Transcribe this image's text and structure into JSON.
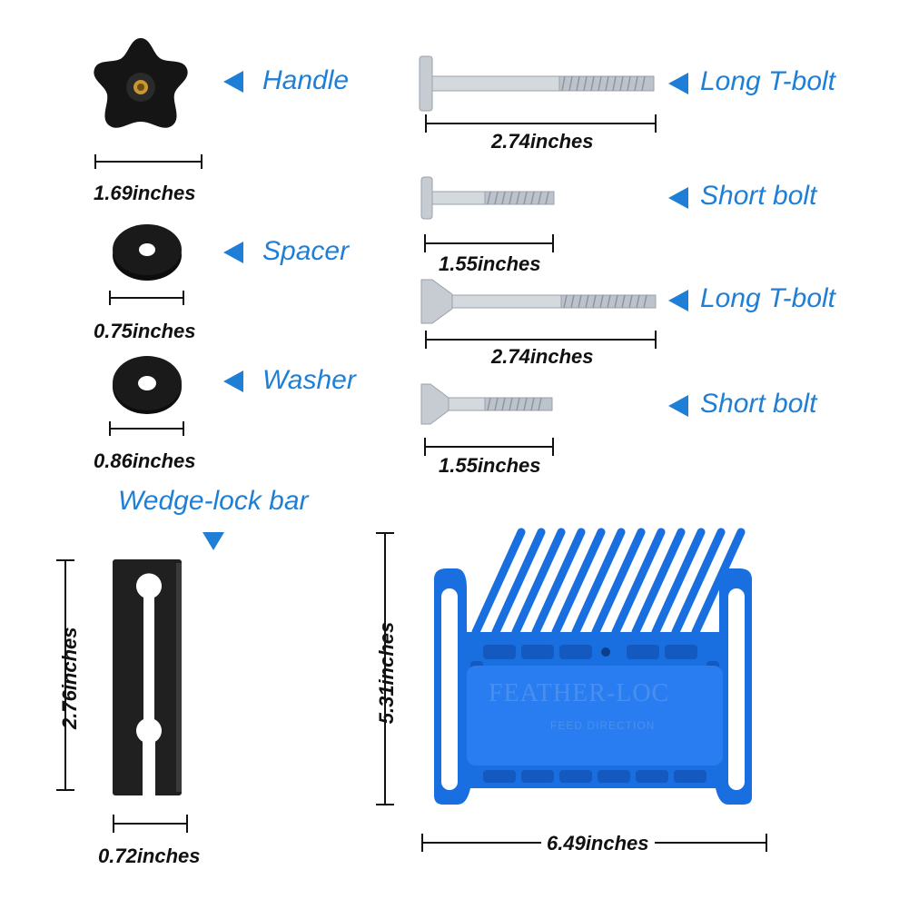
{
  "parts": {
    "handle": {
      "label": "Handle",
      "dimension": "1.69inches"
    },
    "spacer": {
      "label": "Spacer",
      "dimension": "0.75inches"
    },
    "washer": {
      "label": "Washer",
      "dimension": "0.86inches"
    },
    "long_t_bolt_1": {
      "label": "Long T-bolt",
      "dimension": "2.74inches"
    },
    "short_bolt_1": {
      "label": "Short bolt",
      "dimension": "1.55inches"
    },
    "long_t_bolt_2": {
      "label": "Long T-bolt",
      "dimension": "2.74inches"
    },
    "short_bolt_2": {
      "label": "Short bolt",
      "dimension": "1.55inches"
    },
    "wedge_lock_bar": {
      "label": "Wedge-lock bar",
      "height": "2.76inches",
      "width": "0.72inches"
    },
    "featherboard": {
      "brand_text": "FEATHER-LOC",
      "direction_text": "FEED DIRECTION",
      "height": "5.31inches",
      "width": "6.49inches"
    }
  },
  "colors": {
    "accent": "#1f7fd6",
    "featherboard": "#1a6fe0",
    "black_part": "#151515",
    "metal": "#c9cfd6"
  }
}
